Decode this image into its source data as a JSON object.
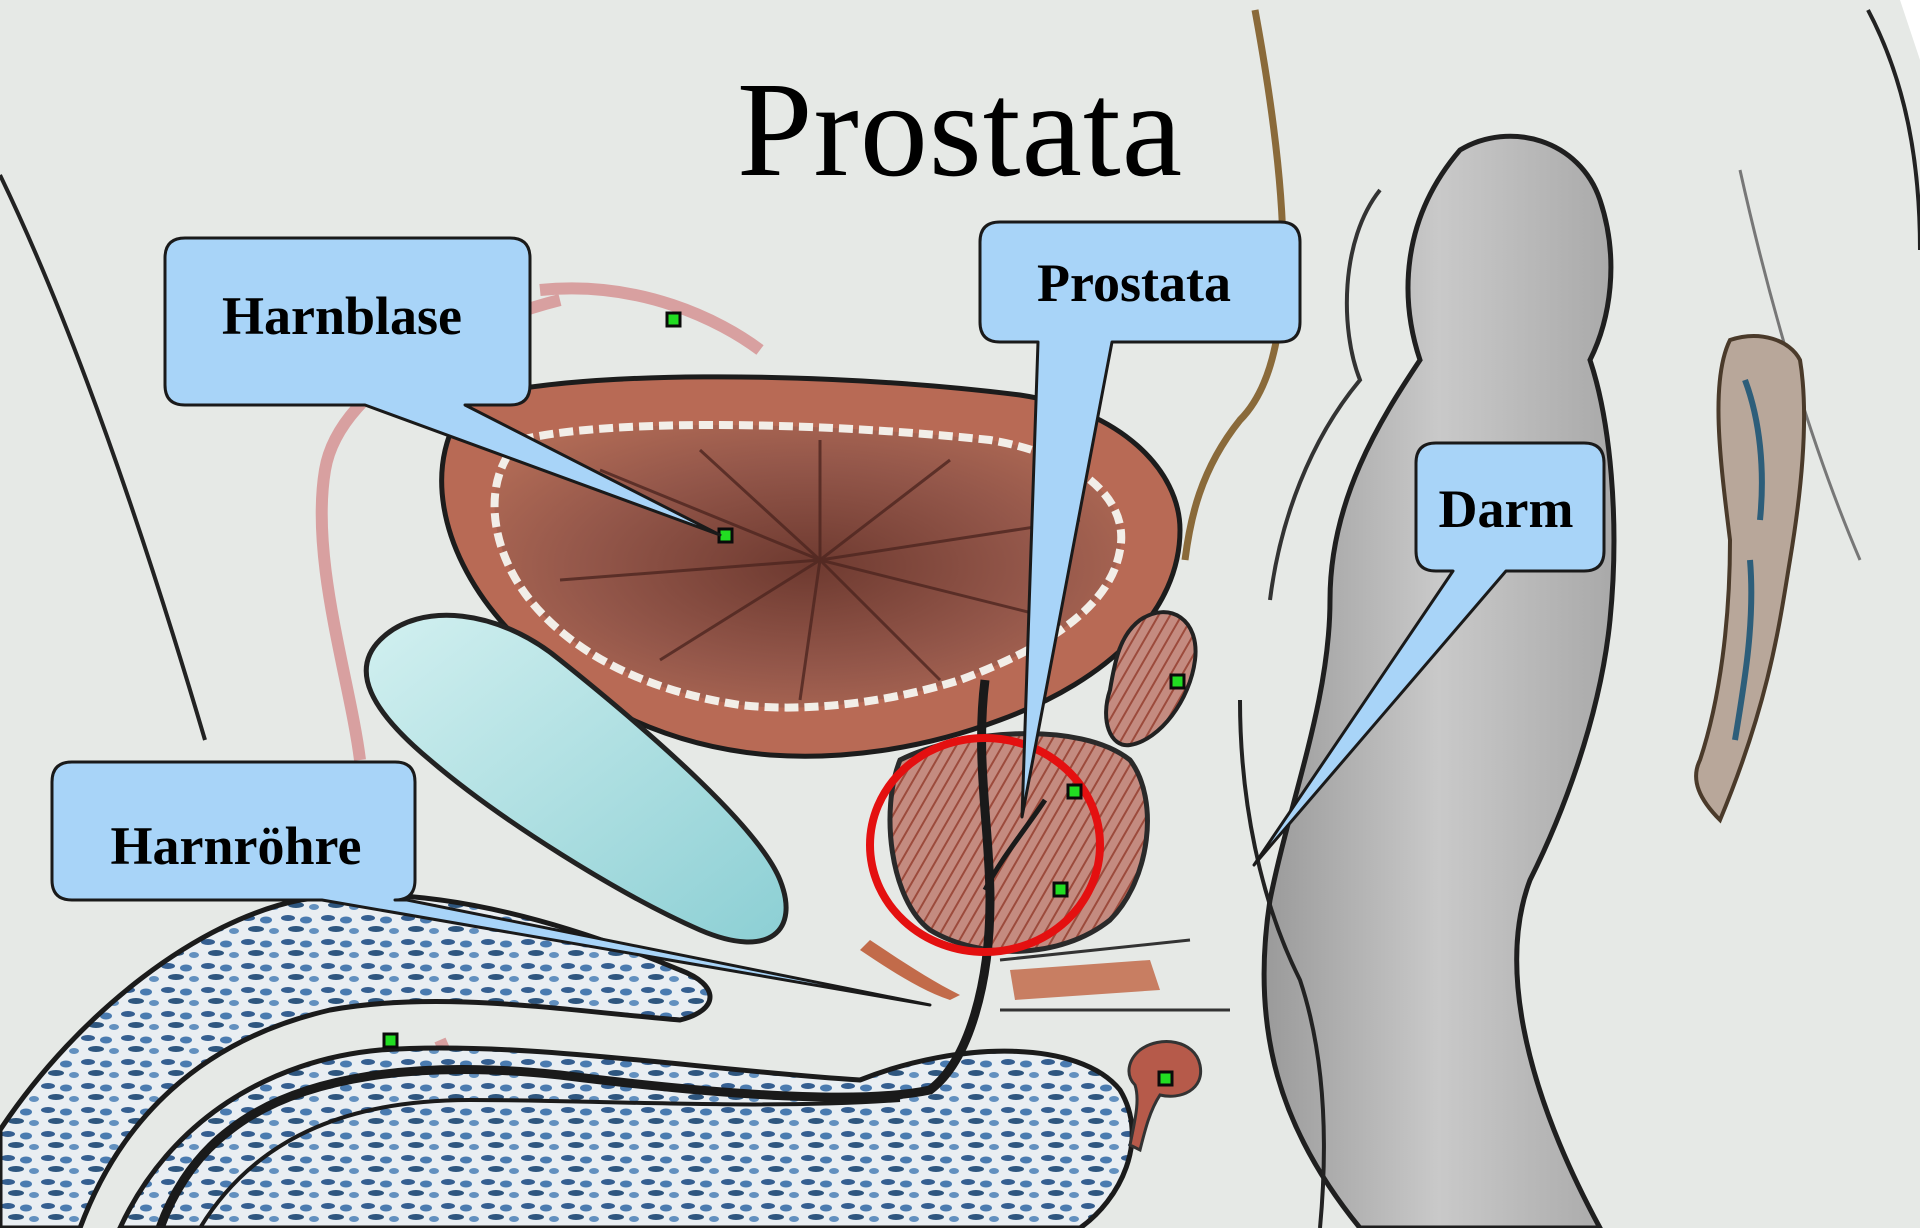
{
  "title": "Prostata",
  "labels": {
    "bladder": "Harnblase",
    "prostate": "Prostata",
    "bowel": "Darm",
    "urethra": "Harnröhre"
  },
  "colors": {
    "background": "#e6e9e6",
    "callout_fill": "#a8d4f8",
    "callout_border": "#1a1a1a",
    "highlight_ring": "#e41010",
    "marker": "#22dd22",
    "bladder_tissue": "#a35a4a",
    "symphysis": "#a8dede",
    "penis_tissue": "#3f6f9a",
    "rectum": "#b8b8b8"
  }
}
